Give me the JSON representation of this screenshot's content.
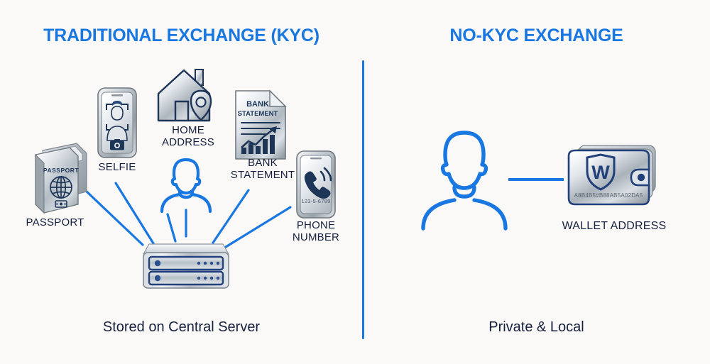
{
  "panels": {
    "left": {
      "title": "TRADITIONAL EXCHANGE (KYC)",
      "caption": "Stored on Central Server",
      "items": [
        {
          "label": "PASSPORT",
          "icon": "passport-icon",
          "inner_text": "PASSPORT"
        },
        {
          "label": "SELFIE",
          "icon": "selfie-phone-icon",
          "inner_text": ""
        },
        {
          "label": "HOME\nADDRESS",
          "icon": "home-pin-icon",
          "inner_text": ""
        },
        {
          "label": "BANK\nSTATEMENT",
          "icon": "bank-statement-icon",
          "inner_text": "BANK\nSTATEMENT"
        },
        {
          "label": "PHONE\nNUMBER",
          "icon": "phone-call-icon",
          "inner_text": "123-5-6789"
        }
      ],
      "center": {
        "user_icon": "user-outline-icon",
        "server_icon": "central-server-icon"
      }
    },
    "right": {
      "title": "NO-KYC EXCHANGE",
      "caption": "Private & Local",
      "user_icon": "user-outline-icon",
      "wallet": {
        "label": "WALLET ADDRESS",
        "icon": "wallet-shield-icon",
        "shield_letter": "W",
        "address": "A8B4B5#B88AB5A02DA5"
      }
    }
  },
  "colors": {
    "background": "#faf9f7",
    "accent_blue": "#1877e0",
    "label_navy": "#16213f",
    "icon_outline": "#1d3557",
    "metal_light": "#f2f4f6",
    "metal_mid": "#b9c0c7",
    "metal_dark": "#8d959e"
  }
}
